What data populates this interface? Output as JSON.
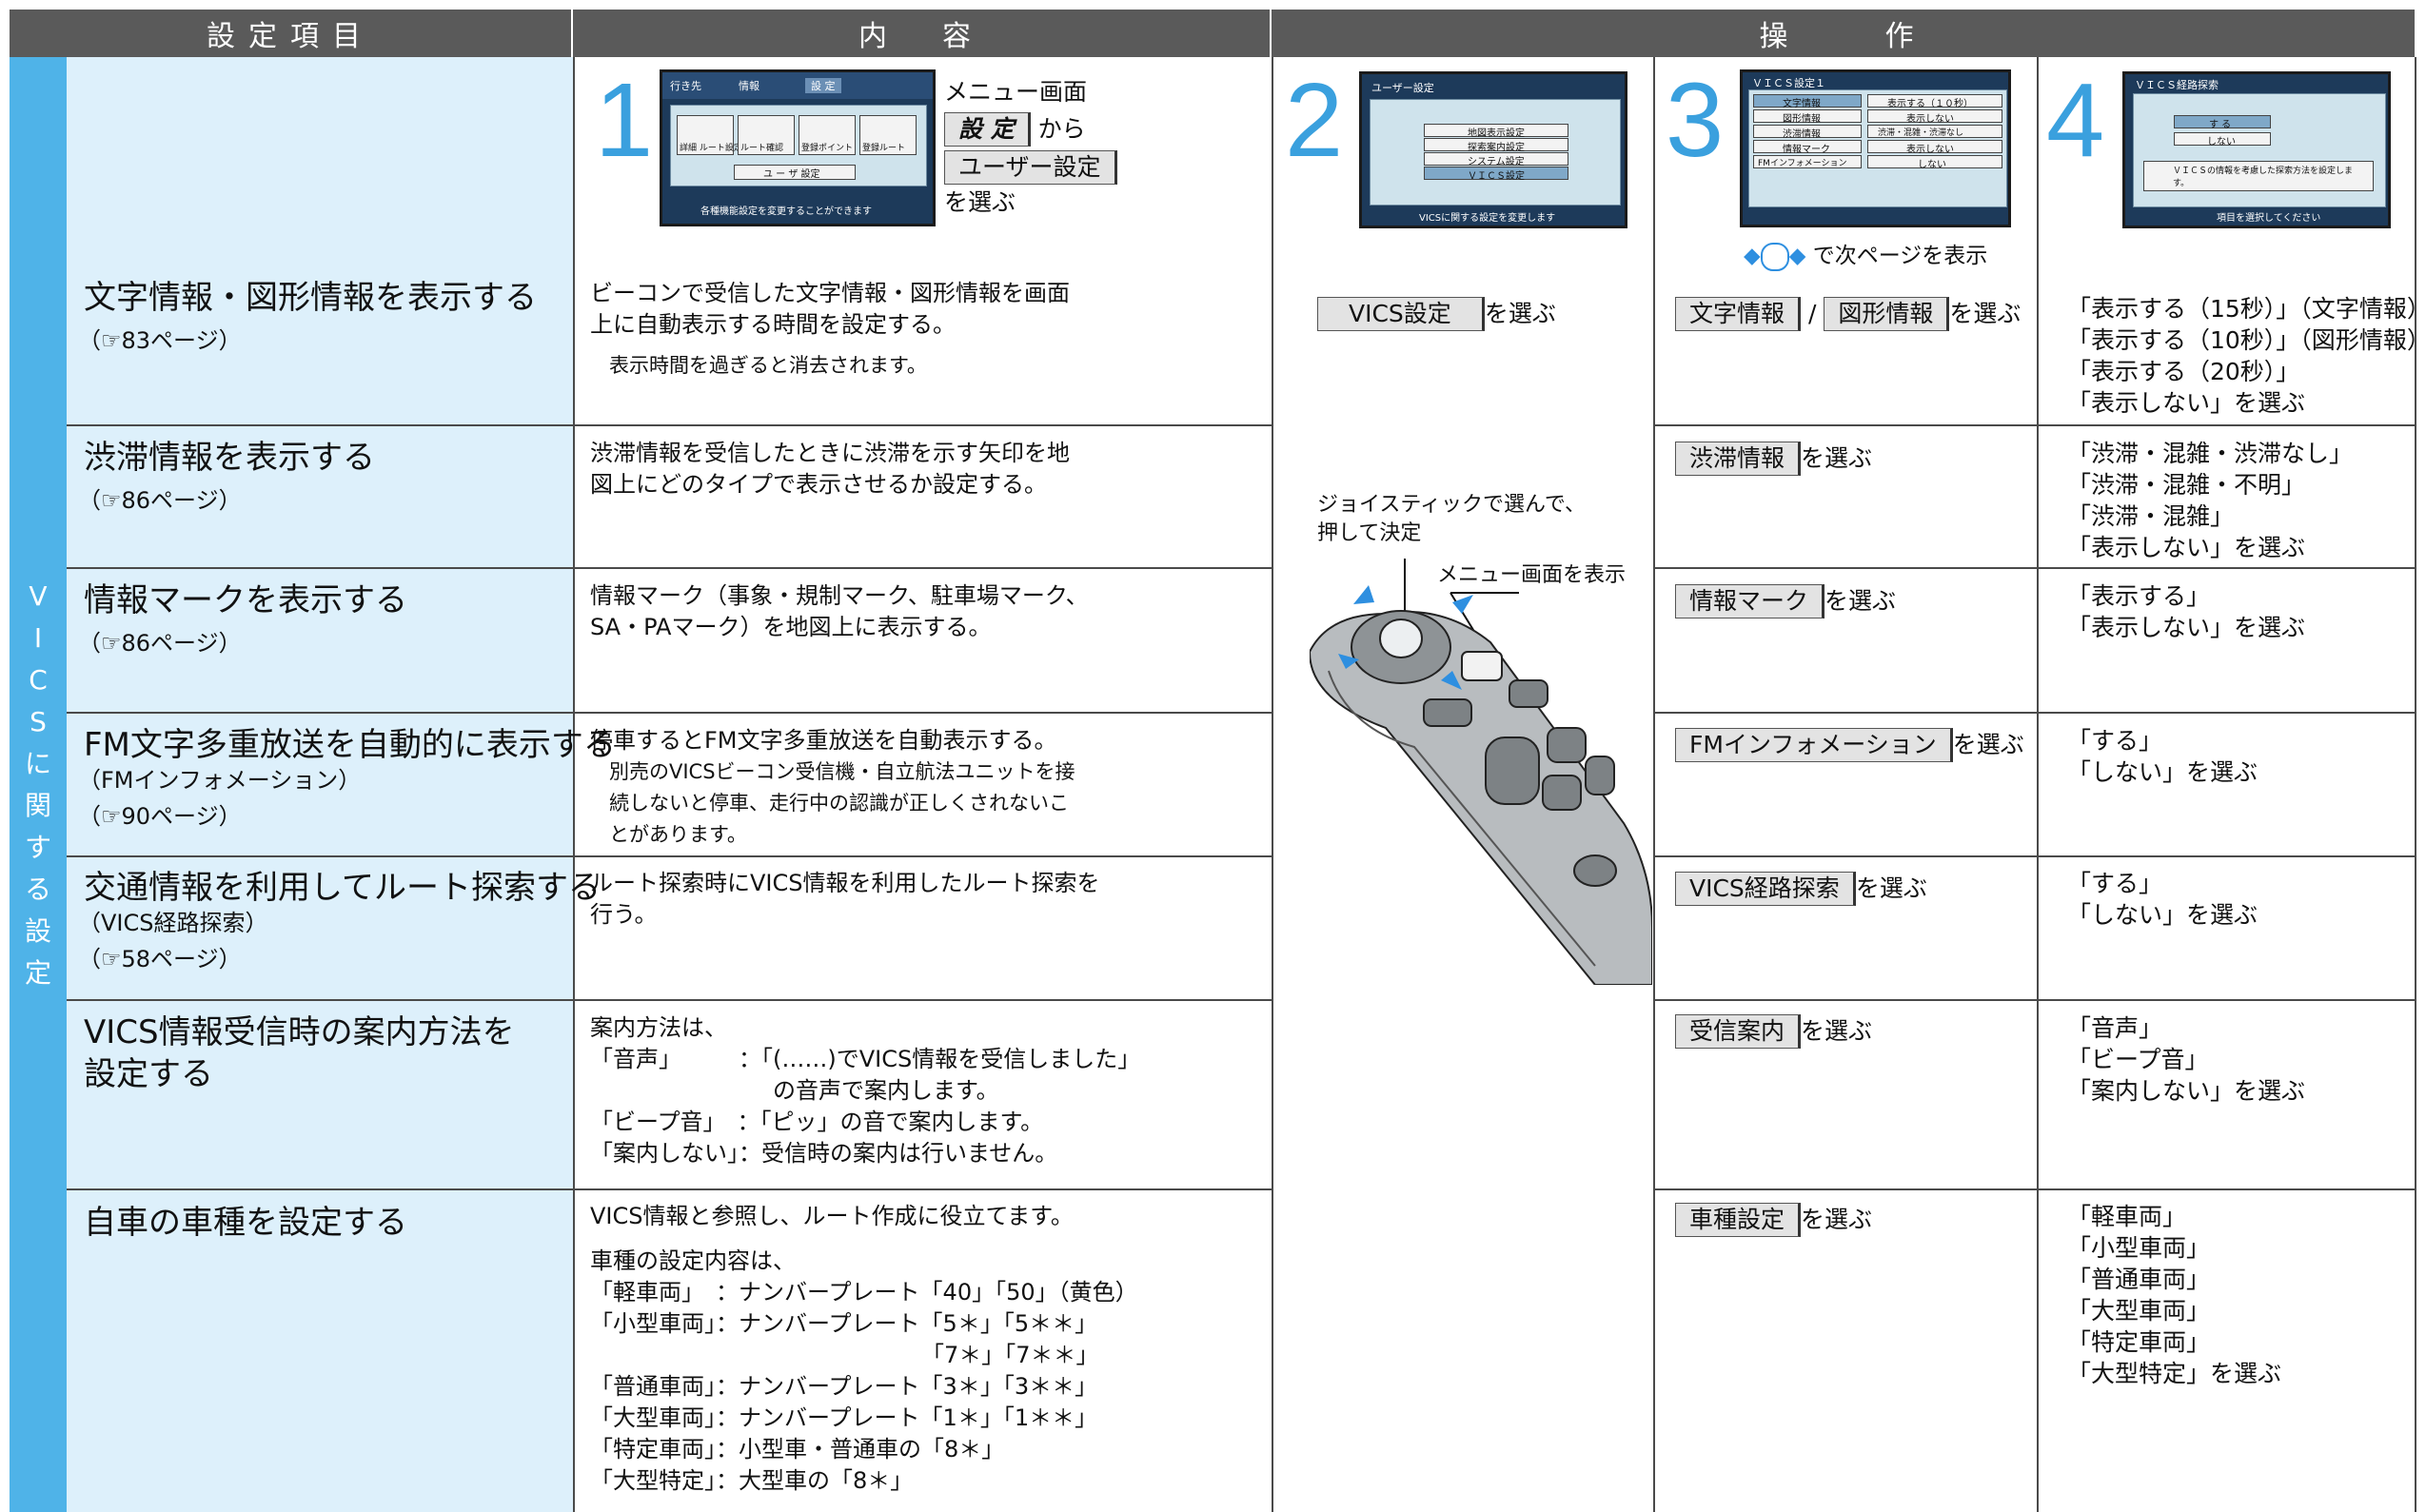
{
  "header": {
    "col1": "設定項目",
    "col2": "内　容",
    "col3": "操　　作"
  },
  "side_tab": [
    "V",
    "I",
    "C",
    "S",
    "に",
    "関",
    "す",
    "る",
    "設",
    "定"
  ],
  "steps": {
    "s1": "1",
    "s2": "2",
    "s3": "3",
    "s4": "4",
    "s1_line1": "メニュー画面",
    "s1_settei": "設 定",
    "s1_kara": "から",
    "s1_user": "ユーザー設定",
    "s1_select": "を選ぶ",
    "s3_caption": "で次ページを表示",
    "joystick_note1": "ジョイスティックで選んで、",
    "joystick_note2": "押して決定",
    "menu_note": "メニュー画面を表示",
    "vics_btn": "VICS設定",
    "select": "を選ぶ"
  },
  "screens": {
    "s1_tabs": [
      "行き先",
      "情報",
      "設 定"
    ],
    "s1_icons": [
      "詳細 ルート設定",
      "ルート確認",
      "登録ポイント",
      "登録ルート"
    ],
    "s1_user": "ユ ー ザ 設定",
    "s1_status": "各種機能設定を変更することができます",
    "s2_title": "ユーザー設定",
    "s2_rows": [
      "地図表示設定",
      "探索案内設定",
      "システム設定",
      "ＶＩＣＳ設定"
    ],
    "s2_status": "VICSに関する設定を変更します",
    "s3_title": "ＶＩＣＳ設定１",
    "s3_left": [
      "文字情報",
      "図形情報",
      "渋滞情報",
      "情報マーク",
      "FMインフォメーション"
    ],
    "s3_right": [
      "表示する（１０秒）",
      "表示しない",
      "渋滞・混雑・渋滞なし",
      "表示しない",
      "しない"
    ],
    "s4_title": "ＶＩＣＳ経路探索",
    "s4_rows": [
      "す る",
      "しない"
    ],
    "s4_msg": "ＶＩＣＳの情報を考慮した探索方法を設定します。",
    "s4_status": "項目を選択してください"
  },
  "items": [
    {
      "title": "文字情報・図形情報を表示する",
      "sub": [
        "（☞83ページ）"
      ],
      "desc": [
        "ビーコンで受信した文字情報・図形情報を画面",
        "上に自動表示する時間を設定する。"
      ],
      "note": [
        "表示時間を過ぎると消去されます。"
      ],
      "op_buttons": [
        "文字情報",
        "図形情報"
      ],
      "choices": "「表示する（15秒）」（文字情報）\n「表示する（10秒）」（図形情報）\n「表示する（20秒）」\n「表示しない」を選ぶ"
    },
    {
      "title": "渋滞情報を表示する",
      "sub": [
        "（☞86ページ）"
      ],
      "desc": [
        "渋滞情報を受信したときに渋滞を示す矢印を地",
        "図上にどのタイプで表示させるか設定する。"
      ],
      "op_buttons": [
        "渋滞情報"
      ],
      "choices": "「渋滞・混雑・渋滞なし」\n「渋滞・混雑・不明」\n「渋滞・混雑」\n「表示しない」を選ぶ"
    },
    {
      "title": "情報マークを表示する",
      "sub": [
        "（☞86ページ）"
      ],
      "desc": [
        "情報マーク（事象・規制マーク、駐車場マーク、",
        "SA・PAマーク）を地図上に表示する。"
      ],
      "op_buttons": [
        "情報マーク"
      ],
      "choices": "「表示する」\n「表示しない」を選ぶ"
    },
    {
      "title": "FM文字多重放送を自動的に表示する",
      "sub": [
        "（FMインフォメーション）",
        "（☞90ページ）"
      ],
      "desc": [
        "停車するとFM文字多重放送を自動表示する。"
      ],
      "note": [
        "別売のVICSビーコン受信機・自立航法ユニットを接",
        "続しないと停車、走行中の認識が正しくされないこ",
        "とがあります。"
      ],
      "op_buttons": [
        "FMインフォメーション"
      ],
      "choices": "「する」\n「しない」を選ぶ"
    },
    {
      "title": "交通情報を利用してルート探索する",
      "sub": [
        "（VICS経路探索）",
        "（☞58ページ）"
      ],
      "desc": [
        "ルート探索時にVICS情報を利用したルート探索を",
        "行う。"
      ],
      "op_buttons": [
        "VICS経路探索"
      ],
      "choices": "「する」\n「しない」を選ぶ"
    },
    {
      "title": "VICS情報受信時の案内方法を",
      "title2": "設定する",
      "desc": [
        "案内方法は、",
        "「音声」　　　：「(……)でVICS情報を受信しました」",
        "　　　　　　　　の音声で案内します。",
        "「ビープ音」　：「ピッ」の音で案内します。",
        "「案内しない」：受信時の案内は行いません。"
      ],
      "op_buttons": [
        "受信案内"
      ],
      "choices": "「音声」\n「ビープ音」\n「案内しない」を選ぶ"
    },
    {
      "title": "自車の車種を設定する",
      "desc": [
        "VICS情報と参照し、ルート作成に役立てます。",
        "",
        "車種の設定内容は、",
        "「軽車両」　：ナンバープレート「40」「50」（黄色）",
        "「小型車両」：ナンバープレート「5＊」「5＊＊」",
        "　　　　　　　　　　　　　　　「7＊」「7＊＊」",
        "「普通車両」：ナンバープレート「3＊」「3＊＊」",
        "「大型車両」：ナンバープレート「1＊」「1＊＊」",
        "「特定車両」：小型車・普通車の「8＊」",
        "「大型特定」：大型車の「8＊」"
      ],
      "op_buttons": [
        "車種設定"
      ],
      "choices": "「軽車両」\n「小型車両」\n「普通車両」\n「大型車両」\n「特定車両」\n「大型特定」を選ぶ"
    }
  ]
}
